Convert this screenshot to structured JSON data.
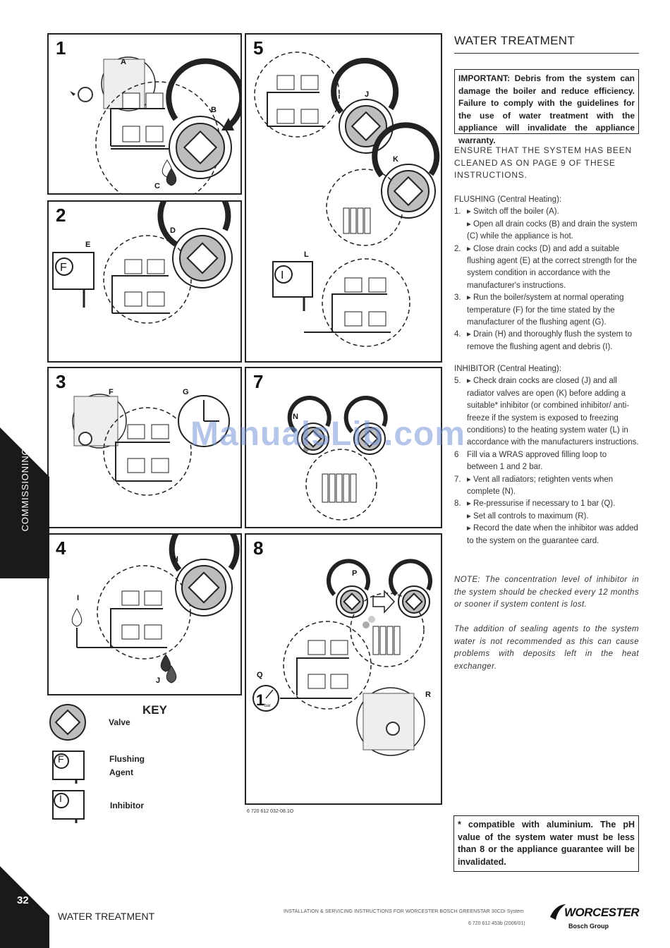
{
  "section_title": "WATER TREATMENT",
  "important": "IMPORTANT: Debris from the system can damage the boiler and reduce efficiency. Failure to comply with the guidelines for the use of water treatment with the appliance will invalidate the appliance warranty.",
  "ensure": "ENSURE THAT THE SYSTEM HAS BEEN CLEANED AS ON PAGE 9 OF THESE INSTRUCTIONS.",
  "flushing": {
    "heading": "FLUSHING (Central Heating):",
    "steps": [
      {
        "n": "1.",
        "t": "▸ Switch off the boiler (A)."
      },
      {
        "n": "",
        "t": "▸ Open all drain cocks (B) and drain the system (C) while the appliance is hot."
      },
      {
        "n": "2.",
        "t": "▸ Close drain cocks (D) and add a suitable flushing agent (E) at the correct strength for the system condition in accordance with the manufacturer's instructions."
      },
      {
        "n": "3.",
        "t": "▸ Run the boiler/system at normal operating temperature (F) for the time stated by the manufacturer of the flushing agent (G)."
      },
      {
        "n": "4.",
        "t": "▸ Drain (H) and thoroughly flush the system to remove the flushing agent and debris (I)."
      }
    ]
  },
  "inhibitor": {
    "heading": "INHIBITOR (Central Heating):",
    "steps": [
      {
        "n": "5.",
        "t": "▸ Check drain cocks are closed (J) and all radiator valves are open (K) before adding a suitable* inhibitor (or combined inhibitor/ anti-freeze if the system is exposed to freezing conditions) to the heating system water (L) in accordance with the manufacturers instructions."
      },
      {
        "n": "6",
        "t": "Fill via a WRAS approved filling loop to between 1 and 2 bar."
      },
      {
        "n": "7.",
        "t": "▸ Vent all radiators; retighten vents when complete (N)."
      },
      {
        "n": "8.",
        "t": "▸ Re-pressurise if necessary to 1 bar (Q)."
      },
      {
        "n": "",
        "t": "▸ Set all controls to maximum (R)."
      },
      {
        "n": "",
        "t": "▸ Record the date when the inhibitor was added to the system on the guarantee card."
      }
    ]
  },
  "note1": "NOTE: The concentration level of inhibitor in the system should be checked every 12 months or sooner if system content is lost.",
  "note2": "The addition of sealing agents to the system water is not recommended as this can cause problems with deposits left in the heat exchanger.",
  "footnote": "* compatible with aluminium. The pH value of the system water must be less than 8 or the appliance guarantee will be invalidated.",
  "panels": {
    "p1": {
      "num": "1",
      "labels": [
        "A",
        "B",
        "C"
      ]
    },
    "p2": {
      "num": "2",
      "labels": [
        "E",
        "D"
      ],
      "symbol": "F"
    },
    "p3": {
      "num": "3",
      "labels": [
        "F",
        "G"
      ]
    },
    "p4": {
      "num": "4",
      "labels": [
        "H",
        "I",
        "J"
      ]
    },
    "p5": {
      "num": "5",
      "labels": [
        "J",
        "K",
        "L"
      ],
      "symbol": "I"
    },
    "p7": {
      "num": "7",
      "labels": [
        "N"
      ]
    },
    "p8": {
      "num": "8",
      "labels": [
        "P",
        "Q",
        "R"
      ],
      "gauge": "1",
      "gauge_unit": "bar"
    }
  },
  "key": {
    "title": "KEY",
    "valve": "Valve",
    "flushing_line1": "Flushing",
    "flushing_line2": "Agent",
    "flushing_symbol": "F",
    "inhibitor": "Inhibitor",
    "inhibitor_symbol": "I"
  },
  "figure_code": "6 720 612 032-08.1O",
  "side_tab": "COMMISSIONING",
  "page_number": "32",
  "footer": {
    "title": "WATER TREATMENT",
    "instructions": "INSTALLATION & SERVICING INSTRUCTIONS FOR WORCESTER BOSCH GREENSTAR 30CDi System",
    "code": "6 720 612 453b (2006/01)",
    "logo": "WORCESTER",
    "logo_sub": "Bosch Group"
  },
  "watermark": "ManualsLib.com",
  "colors": {
    "ink": "#222222",
    "tab": "#1a1a1a",
    "valve_fill": "#bdbdbd",
    "watermark": "#7896d7"
  }
}
